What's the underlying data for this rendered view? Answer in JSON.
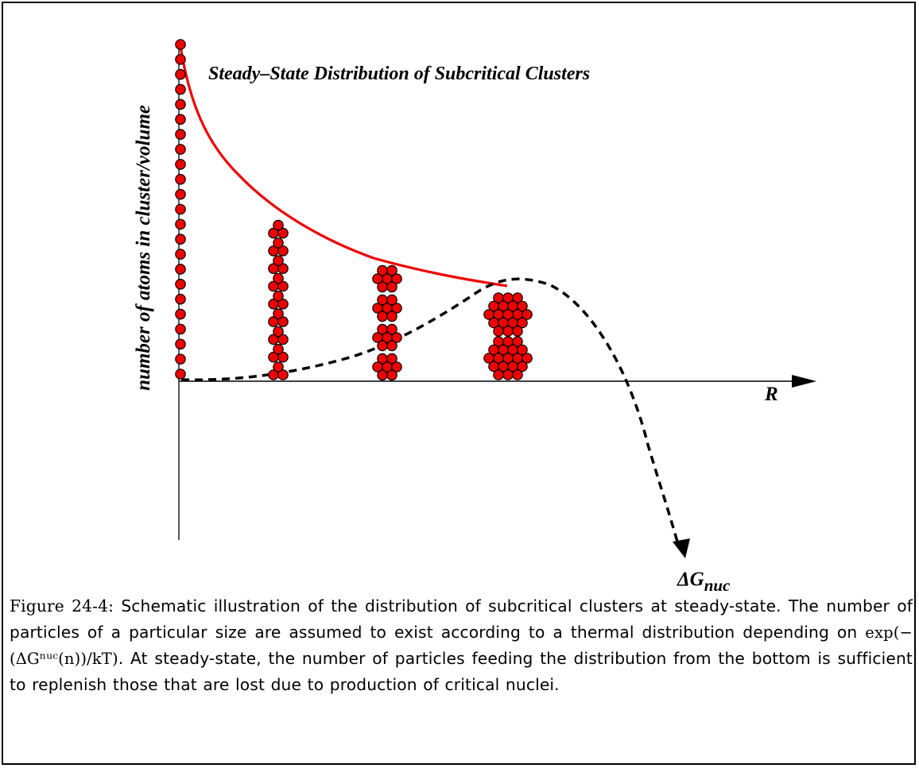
{
  "diagram": {
    "title": "Steady–State Distribution of Subcritical Clusters",
    "y_axis_label": "number of atoms in cluster/volume",
    "x_axis_label": "R",
    "delta_g_label_prefix": "ΔG",
    "delta_g_label_sub": "nuc",
    "colors": {
      "cluster_fill": "#ee0000",
      "curve": "#ee0000",
      "axis": "#000000",
      "dashed_curve": "#000000"
    },
    "clusters": [
      {
        "name": "monomer",
        "count": 23
      },
      {
        "name": "trimer",
        "count": 9
      },
      {
        "name": "septamer",
        "count": 4
      },
      {
        "name": "large-cluster",
        "count": 2
      }
    ]
  },
  "caption": {
    "figure_label": "Figure 24-4:",
    "text_before_math": "Schematic illustration of the distribution of subcritical clusters at steady-state. The number of particles of a particular size are assumed to exist according to a thermal distribution depending on",
    "math": "exp(−(ΔGⁿᵘᶜ(n))/kT)",
    "text_after_math": ". At steady-state, the number of particles feeding the distribution from the bottom is sufficient to replenish those that are lost due to production of critical nuclei."
  }
}
